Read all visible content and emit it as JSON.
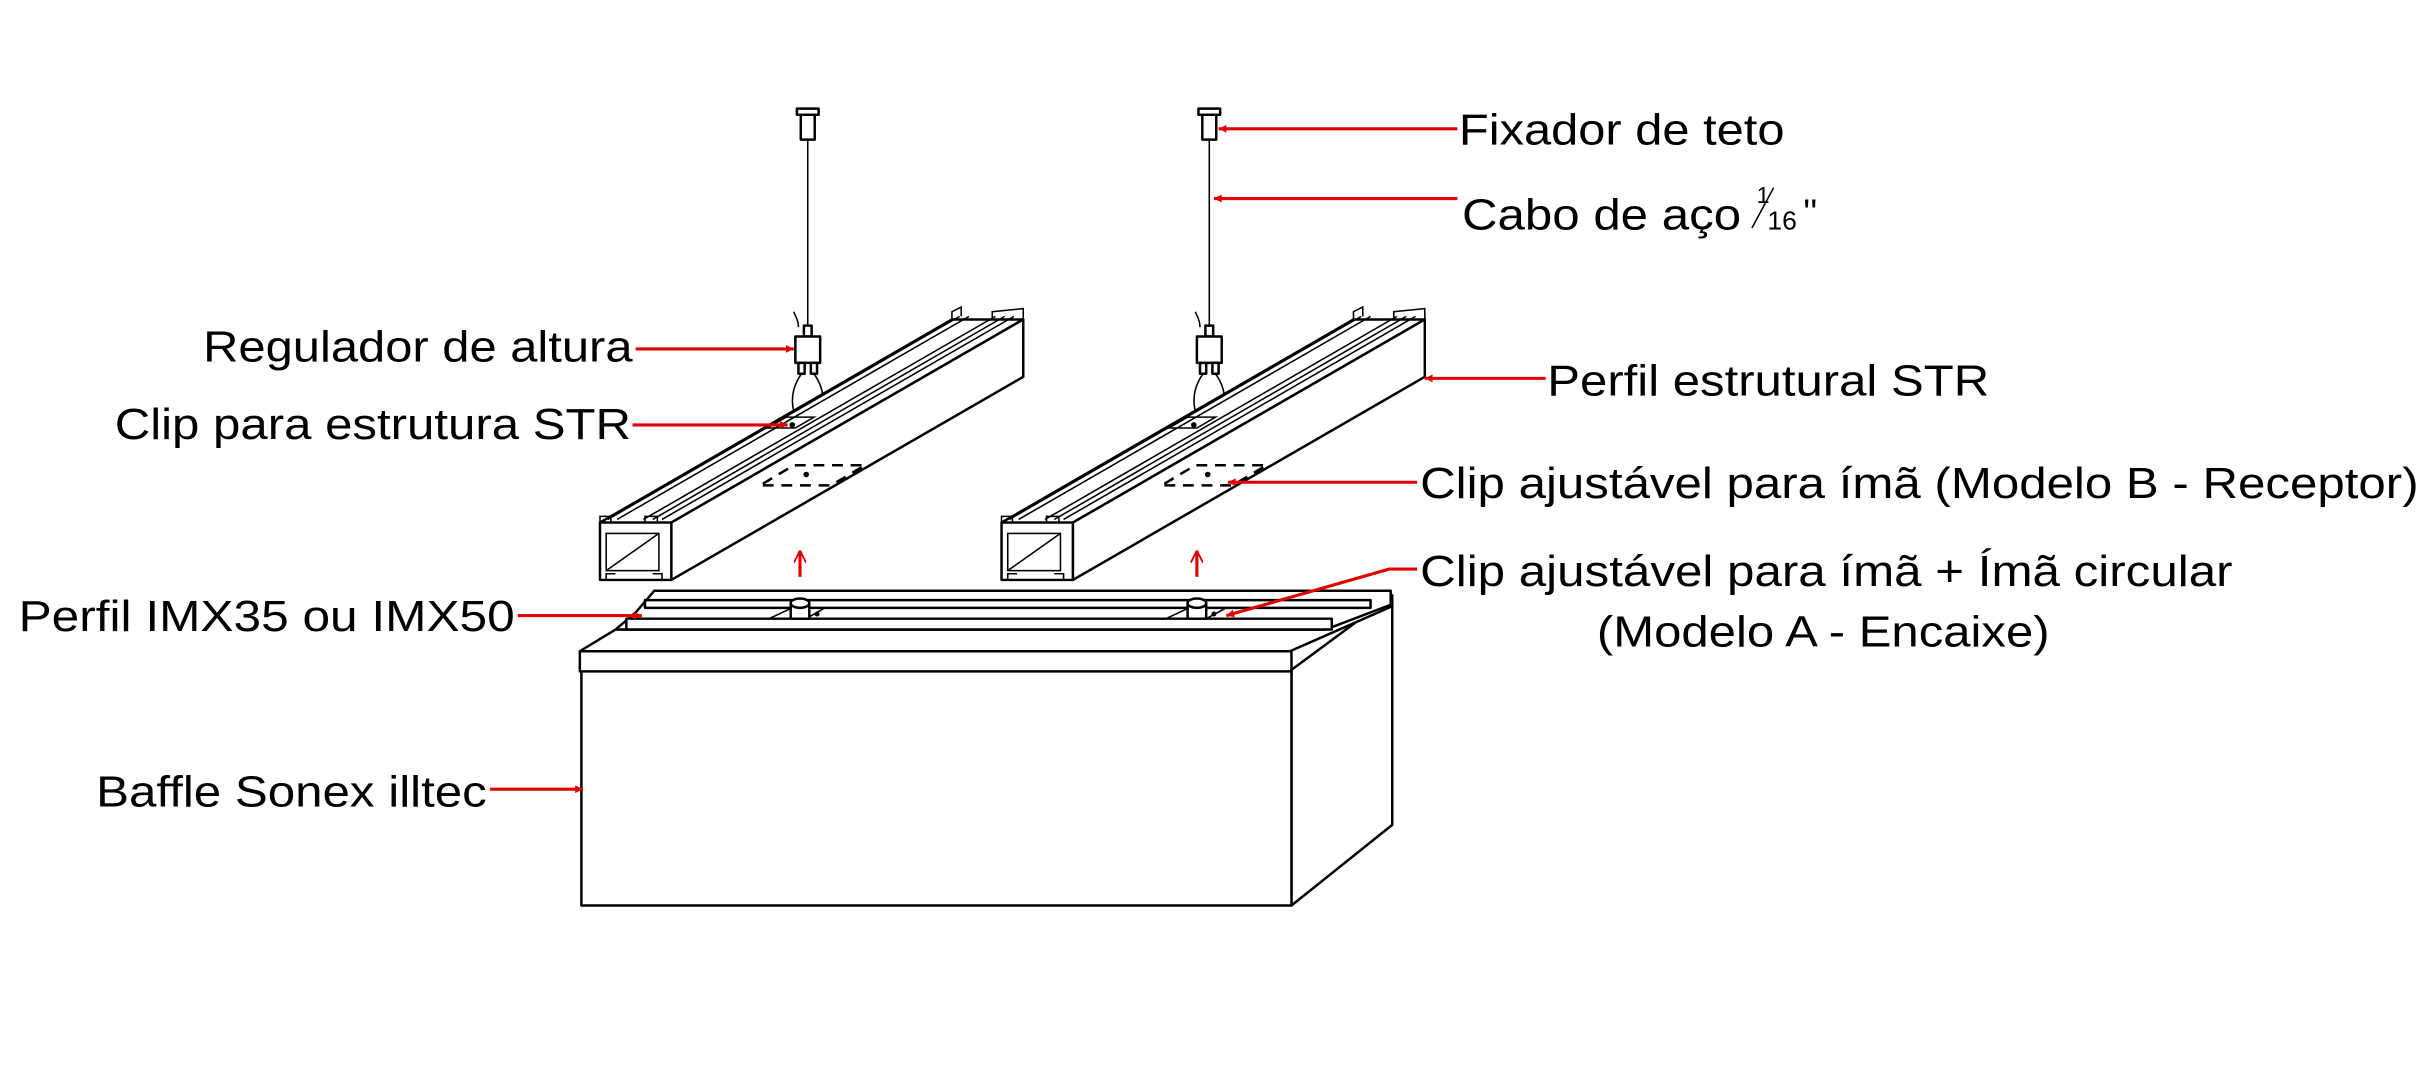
{
  "labels": {
    "fixador": "Fixador de teto",
    "cabo": "Cabo de aço",
    "cabo_fraction_num": "1",
    "cabo_fraction_den": "16",
    "cabo_inch_mark": "''",
    "regulador": "Regulador de altura",
    "clip_str": "Clip para estrutura STR",
    "perfil_str": "Perfil estrutural STR",
    "clip_b": "Clip ajustável para ímã (Modelo B - Receptor)",
    "clip_a_line1": "Clip ajustável para ímã + Ímã circular",
    "clip_a_line2": "(Modelo A - Encaixe)",
    "perfil_imx": "Perfil IMX35 ou IMX50",
    "baffle": "Baffle Sonex illtec"
  },
  "colors": {
    "arrow": "#e00000",
    "line": "#000000"
  }
}
